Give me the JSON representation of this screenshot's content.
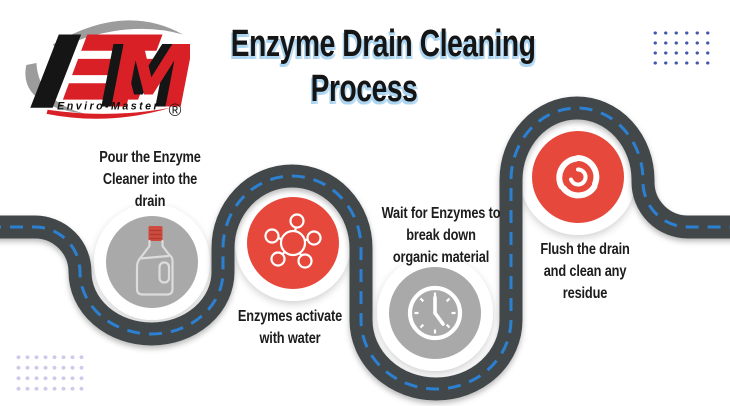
{
  "brand": {
    "m": "M",
    "tagline": "Enviro-Master",
    "registered": "®"
  },
  "title": {
    "line1": "Enzyme Drain Cleaning",
    "line2": "Process"
  },
  "steps": [
    {
      "icon": "bottle-icon",
      "circle": "gray",
      "lines": [
        "Pour the Enzyme",
        "Cleaner into the",
        "drain"
      ]
    },
    {
      "icon": "molecule-icon",
      "circle": "red",
      "lines": [
        "Enzymes activate",
        "with water"
      ]
    },
    {
      "icon": "clock-icon",
      "circle": "gray",
      "lines": [
        "Wait for Enzymes to",
        "break down",
        "organic material"
      ]
    },
    {
      "icon": "swirl-icon",
      "circle": "red",
      "lines": [
        "Flush the drain",
        "and clean any",
        "residue"
      ]
    }
  ],
  "colors": {
    "step_red": "#E6493C",
    "step_gray": "#A9A9A9",
    "road": "#434648",
    "lane_dash_blue": "#2C80D2",
    "title_shadow_blue": "#A9D3EE",
    "dots_blue": "#4356B0",
    "dots_lavender": "#CFC9EC",
    "logo_red": "#D92027",
    "logo_black": "#151515",
    "logo_gray": "#9C9C9C",
    "bottle_cap_red": "#CF4B40"
  }
}
